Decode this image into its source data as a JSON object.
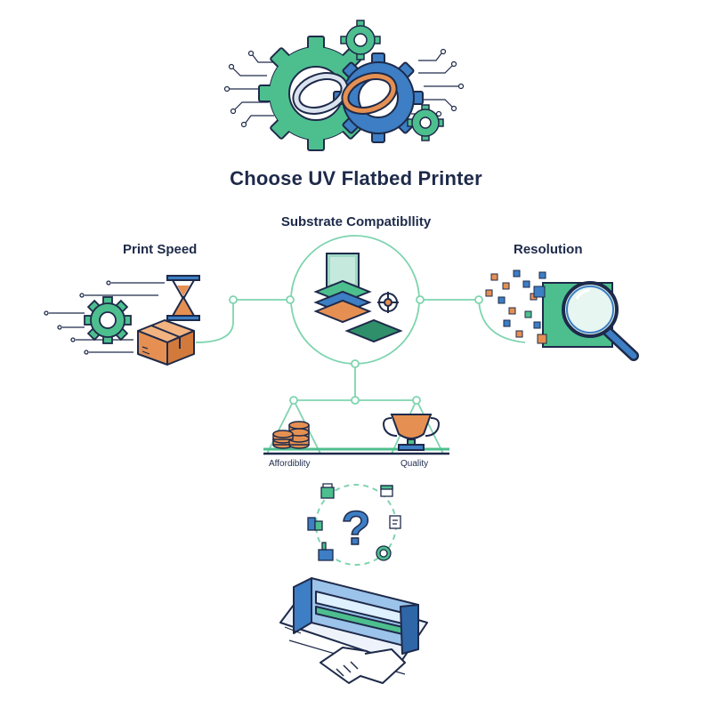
{
  "title": "Choose UV Flatbed Printer",
  "nodes": {
    "substrate": "Substrate Compatibllity",
    "speed": "Print Speed",
    "resolution": "Resolution",
    "affordability": "Affordiblity",
    "quality": "Quality"
  },
  "colors": {
    "green": "#4dbf8e",
    "blue": "#3d7ec4",
    "orange": "#e59052",
    "navy": "#1e2a4a",
    "line": "#7fd4b0"
  },
  "icons": [
    "gears-icon",
    "chain-link-icon",
    "hourglass-icon",
    "box-icon",
    "monitor-icon",
    "substrate-layers-icon",
    "magnifier-icon",
    "coins-icon",
    "trophy-icon",
    "question-mark-icon",
    "uv-printer-icon",
    "handshake-icon"
  ]
}
